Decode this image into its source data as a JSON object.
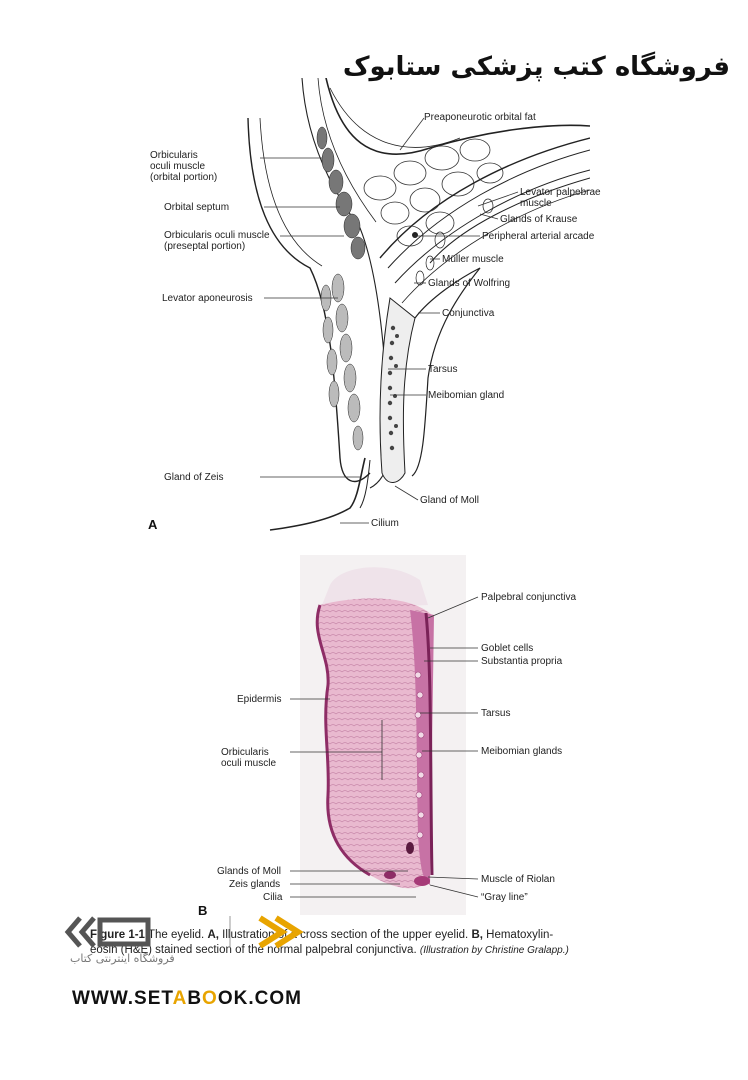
{
  "watermark": {
    "text": "فروشگاه کتب پزشکی ستابوک"
  },
  "panel_a": {
    "letter": "A",
    "labels_left": [
      {
        "id": "orbicularis-orbital",
        "text": "Orbicularis\noculi muscle\n(orbital portion)"
      },
      {
        "id": "orbital-septum",
        "text": "Orbital septum"
      },
      {
        "id": "orbicularis-preseptal",
        "text": "Orbicularis oculi muscle\n(preseptal portion)"
      },
      {
        "id": "levator-aponeurosis",
        "text": "Levator aponeurosis"
      },
      {
        "id": "gland-of-zeis",
        "text": "Gland of Zeis"
      }
    ],
    "labels_right": [
      {
        "id": "preaponeurotic-fat",
        "text": "Preaponeurotic orbital fat"
      },
      {
        "id": "levator-palpebrae",
        "text": "Levator palpebrae\nmuscle"
      },
      {
        "id": "glands-of-krause",
        "text": "Glands of Krause"
      },
      {
        "id": "peripheral-arcade",
        "text": "Peripheral arterial arcade"
      },
      {
        "id": "muller-muscle",
        "text": "Müller muscle"
      },
      {
        "id": "glands-of-wolfring",
        "text": "Glands of Wolfring"
      },
      {
        "id": "conjunctiva",
        "text": "Conjunctiva"
      },
      {
        "id": "tarsus",
        "text": "Tarsus"
      },
      {
        "id": "meibomian-gland",
        "text": "Meibomian gland"
      },
      {
        "id": "gland-of-moll",
        "text": "Gland of Moll"
      },
      {
        "id": "cilium",
        "text": "Cilium"
      }
    ]
  },
  "panel_b": {
    "letter": "B",
    "labels_left": [
      {
        "id": "epidermis",
        "text": "Epidermis"
      },
      {
        "id": "orbicularis",
        "text": "Orbicularis\noculi muscle"
      },
      {
        "id": "glands-of-moll",
        "text": "Glands of Moll"
      },
      {
        "id": "zeis-glands",
        "text": "Zeis glands"
      },
      {
        "id": "cilia",
        "text": "Cilia"
      }
    ],
    "labels_right": [
      {
        "id": "palpebral-conjunctiva",
        "text": "Palpebral conjunctiva"
      },
      {
        "id": "goblet-cells",
        "text": "Goblet cells"
      },
      {
        "id": "substantia-propria",
        "text": "Substantia propria"
      },
      {
        "id": "tarsus",
        "text": "Tarsus"
      },
      {
        "id": "meibomian-glands",
        "text": "Meibomian glands"
      },
      {
        "id": "muscle-of-riolan",
        "text": "Muscle of Riolan"
      },
      {
        "id": "gray-line",
        "text": "“Gray line”"
      }
    ]
  },
  "caption": {
    "fig": "Figure 1-1",
    "line1_a": "The eyelid.",
    "line1_b": "A,",
    "line1_c": "Illustration of a cross section of the upper eyelid.",
    "line1_d": "B,",
    "line1_e": "Hematoxylin-",
    "line2_a": "eosin (H&E) stained section of the normal palpebral conjunctiva.",
    "credit": "(Illustration by Christine Gralapp.)"
  },
  "publisher": {
    "url_pre": "WWW.SET",
    "url_o": "A",
    "url_mid": "B",
    "url_o2": "O",
    "url_post": "OK.COM",
    "sub": "فروشگاه اینترنتی کتاب",
    "accent": "#e8a400"
  }
}
